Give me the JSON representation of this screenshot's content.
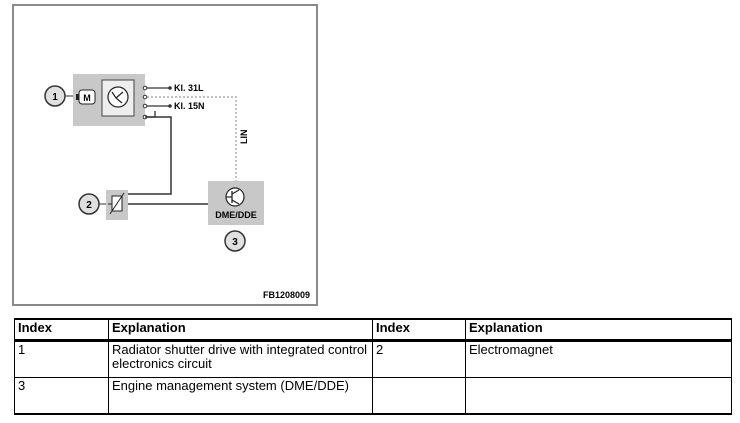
{
  "diagram": {
    "callouts": [
      "1",
      "2",
      "3"
    ],
    "terminals": [
      "Kl. 31L",
      "Kl. 15N"
    ],
    "bus_label": "LIN",
    "control_unit_label": "DME/DDE",
    "figure_code": "FB1208009",
    "motor_symbol": "M",
    "icons": [
      "motor-icon",
      "electronics-icon",
      "electromagnet-icon",
      "transistor-icon"
    ],
    "colors": {
      "box_fill": "#c8c8c8",
      "line": "#333333",
      "lin_dash": "#9a9a9a",
      "frame": "#8a8a8a"
    }
  },
  "table": {
    "headers": [
      "Index",
      "Explanation",
      "Index",
      "Explanation"
    ],
    "rows": [
      [
        "1",
        "Radiator shutter drive with integrated control electronics circuit",
        "2",
        "Electromagnet"
      ],
      [
        "3",
        "Engine management system (DME/DDE)",
        "",
        ""
      ]
    ]
  }
}
